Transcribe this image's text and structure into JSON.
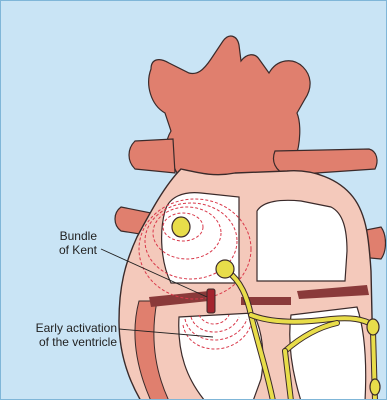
{
  "labels": {
    "bundle_line1": "Bundle",
    "bundle_line2": "of Kent",
    "early_line1": "Early activation",
    "early_line2": "of the ventricle"
  },
  "colors": {
    "background": "#c9e4f5",
    "vessel": "#e07f6e",
    "heart_wall": "#f4c9bb",
    "chamber": "#ffffff",
    "septum": "#8a3a3a",
    "pathway": "#e8dd4a",
    "activation": "#d9384a"
  }
}
